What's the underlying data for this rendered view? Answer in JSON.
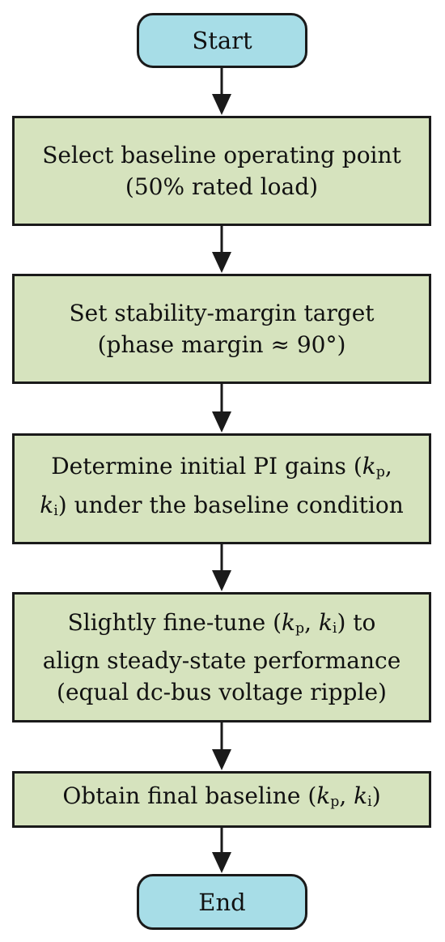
{
  "flowchart": {
    "start": "Start",
    "step1": {
      "line1": "Select baseline operating point",
      "line2": "(50% rated load)"
    },
    "step2": {
      "line1": "Set stability-margin target",
      "line2": "(phase margin ≈ 90°)"
    },
    "step3": {
      "line1_a": "Determine initial PI gains (",
      "k": "k",
      "p": "p",
      "i": "i",
      "line1_b": ",",
      "line2_b": ") under the baseline condition"
    },
    "step4": {
      "line1_a": "Slightly fine-tune (",
      "k": "k",
      "p": "p",
      "i": "i",
      "sep": ", ",
      "line1_b": ") to",
      "line2": "align steady-state performance",
      "line3": "(equal dc-bus voltage ripple)"
    },
    "step5": {
      "line1_a": "Obtain final baseline (",
      "k": "k",
      "p": "p",
      "i": "i",
      "sep": ", ",
      "line1_b": ")"
    },
    "end": "End"
  },
  "colors": {
    "terminal_fill": "#a7dde7",
    "process_fill": "#d6e3be",
    "stroke": "#1a1a1a"
  }
}
